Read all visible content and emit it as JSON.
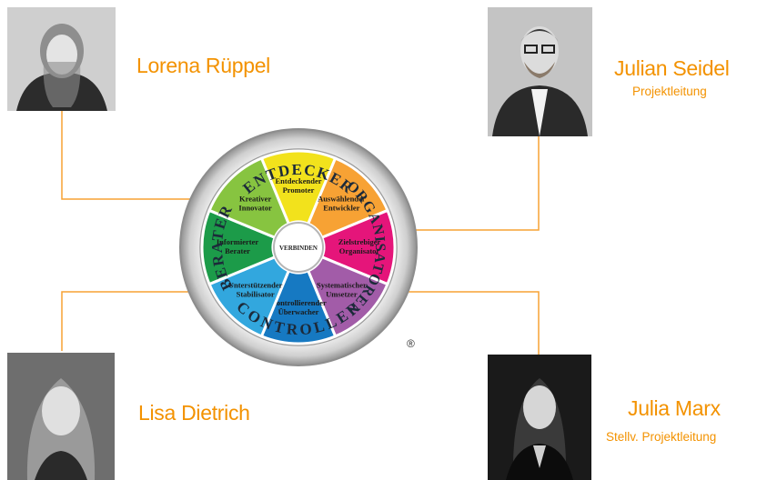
{
  "people": [
    {
      "id": "lorena",
      "name": "Lorena Rüppel",
      "role": ""
    },
    {
      "id": "julian",
      "name": "Julian Seidel",
      "role": "Projektleitung"
    },
    {
      "id": "lisa",
      "name": "Lisa Dietrich",
      "role": ""
    },
    {
      "id": "julia",
      "name": "Julia Marx",
      "role": "Stellv. Projektleitung"
    }
  ],
  "wheel": {
    "outer_labels": {
      "top": "ENTDECKER",
      "right": "ORGANISATOREN",
      "bottom": "CONTROLLER",
      "left": "BERATER"
    },
    "center_label": "VERBINDEN",
    "registered": "®",
    "segments": [
      {
        "line1": "Entdeckender",
        "line2": "Promoter",
        "color": "#f2e21c"
      },
      {
        "line1": "Auswählender",
        "line2": "Entwickler",
        "color": "#f7a234"
      },
      {
        "line1": "Zielstrebiger",
        "line2": "Organisator",
        "color": "#e5157a"
      },
      {
        "line1": "Systematischer",
        "line2": "Umsetzer",
        "color": "#a25ca8"
      },
      {
        "line1": "Kontrollierender",
        "line2": "Überwacher",
        "color": "#1679c2"
      },
      {
        "line1": "Unterstützender",
        "line2": "Stabilisator",
        "color": "#32a7de"
      },
      {
        "line1": "Informierter",
        "line2": "Berater",
        "color": "#1c9b49"
      },
      {
        "line1": "Kreativer",
        "line2": "Innovator",
        "color": "#87c440"
      }
    ]
  },
  "colors": {
    "accent": "#f39200",
    "line": "#f7a234"
  }
}
